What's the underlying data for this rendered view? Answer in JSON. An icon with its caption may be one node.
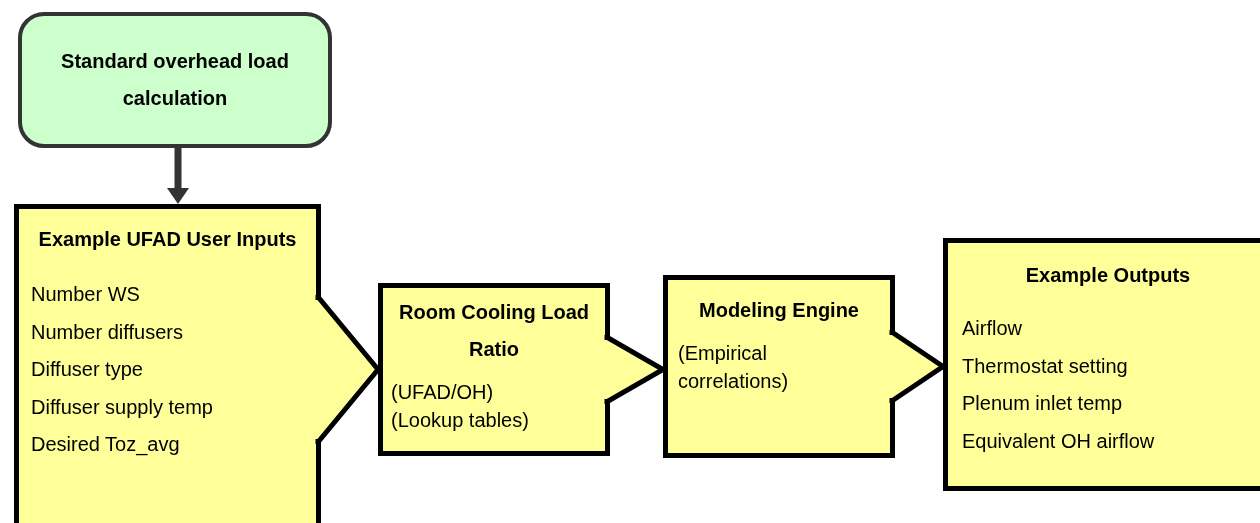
{
  "diagram": {
    "nodes": [
      {
        "text": [
          "Standard overhead load calculation"
        ]
      },
      {
        "text": [
          "Example UFAD User Inputs",
          "Number WS",
          "Number diffusers",
          "Diffuser type",
          "Diffuser supply temp",
          "Desired Toz_avg"
        ]
      },
      {
        "text": [
          "Room Cooling Load Ratio",
          "(UFAD/OH)",
          "(Lookup tables)"
        ]
      },
      {
        "text": [
          "Modeling Engine",
          "(Empirical correlations)"
        ]
      },
      {
        "text": [
          "Example Outputs",
          "Airflow",
          "Thermostat setting",
          "Plenum inlet temp",
          "Equivalent OH airflow"
        ]
      }
    ],
    "edges": [
      {
        "from": 0,
        "to": 1,
        "arrow": "to",
        "color": "#333333"
      },
      {
        "from": 1,
        "to": 2,
        "arrow": "to"
      },
      {
        "from": 2,
        "to": 3,
        "arrow": "to"
      },
      {
        "from": 3,
        "to": 4,
        "arrow": "to"
      }
    ]
  }
}
